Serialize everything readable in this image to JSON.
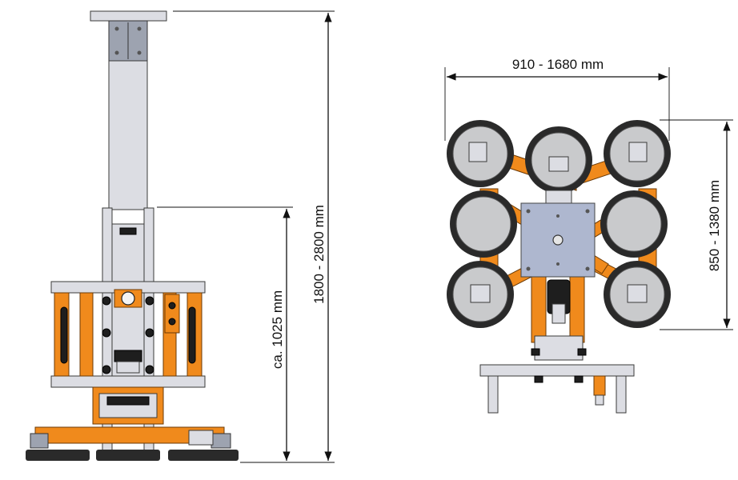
{
  "figure": {
    "side_view": {
      "height_range_label": "1800 - 2800 mm",
      "mid_height_label": "ca. 1025 mm"
    },
    "top_view": {
      "width_range_label": "910 - 1680 mm",
      "depth_range_label": "850 - 1380 mm"
    },
    "colors": {
      "frame": "#f08a1c",
      "steel": "#dcdde3",
      "mounting_plate": "#aeb7cf",
      "pad_rubber": "#2a2a2a"
    }
  }
}
